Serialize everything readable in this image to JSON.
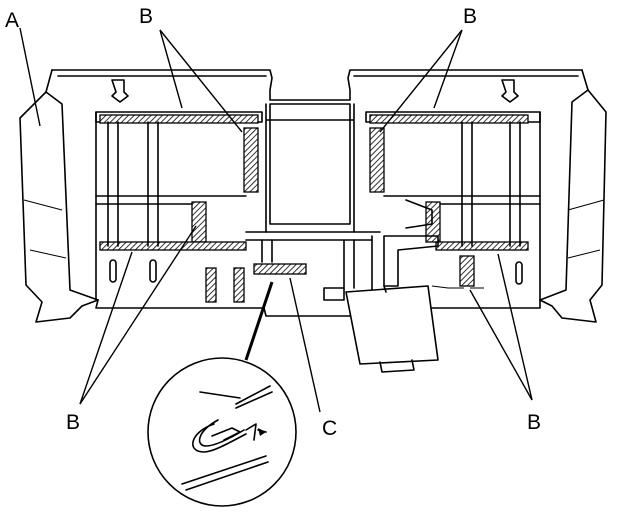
{
  "callouts": {
    "a": "A",
    "b_top_left": "B",
    "b_top_right": "B",
    "b_bottom_left": "B",
    "b_bottom_right": "B",
    "c": "C"
  },
  "colors": {
    "line": "#000000",
    "background": "#ffffff"
  }
}
